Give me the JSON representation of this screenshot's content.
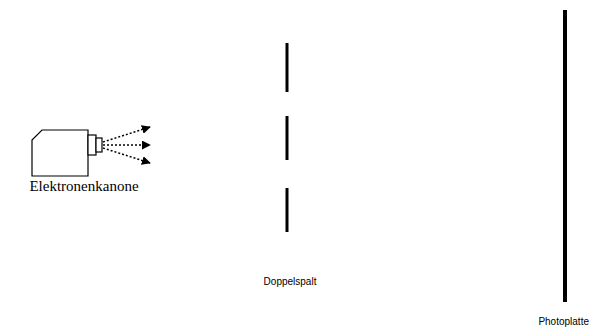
{
  "diagram": {
    "labels": [
      "Elektronenkanone",
      "Doppelspalt",
      "Photoplatte"
    ]
  }
}
